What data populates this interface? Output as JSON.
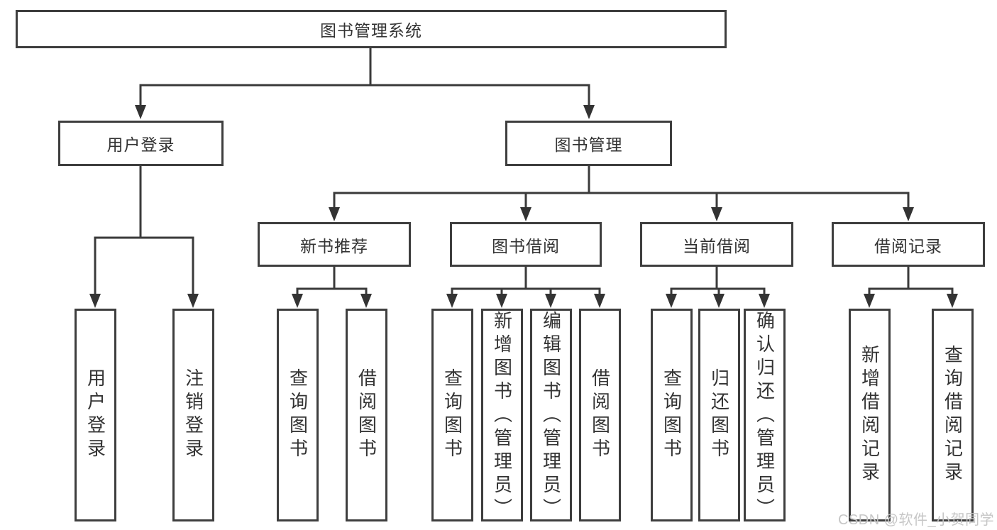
{
  "diagram": {
    "root": {
      "label": "图书管理系统"
    },
    "user_login": {
      "label": "用户登录",
      "children": [
        {
          "label": "用户登录"
        },
        {
          "label": "注销登录"
        }
      ]
    },
    "book_management": {
      "label": "图书管理",
      "children": [
        {
          "label": "新书推荐",
          "children": [
            {
              "label": "查询图书"
            },
            {
              "label": "借阅图书"
            }
          ]
        },
        {
          "label": "图书借阅",
          "children": [
            {
              "label": "查询图书"
            },
            {
              "label": "新增图书（管理员）"
            },
            {
              "label": "编辑图书（管理员）"
            },
            {
              "label": "借阅图书"
            }
          ]
        },
        {
          "label": "当前借阅",
          "children": [
            {
              "label": "查询图书"
            },
            {
              "label": "归还图书"
            },
            {
              "label": "确认归还（管理员）"
            }
          ]
        },
        {
          "label": "借阅记录",
          "children": [
            {
              "label": "新增借阅记录"
            },
            {
              "label": "查询借阅记录"
            }
          ]
        }
      ]
    }
  },
  "watermark": {
    "text": "CSDN @软件_小贺同学"
  },
  "colors": {
    "line": "#3a3a3a",
    "border": "#3e3e3e",
    "text": "#333333",
    "background": "#ffffff",
    "watermark": "#c4c4c4"
  }
}
